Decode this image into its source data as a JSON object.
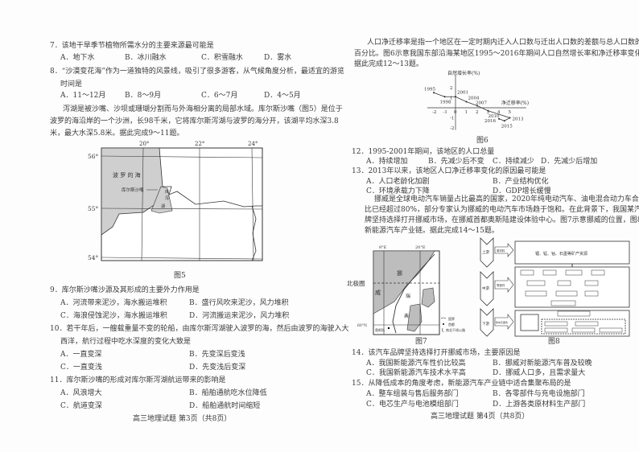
{
  "left": {
    "q7": {
      "stem": "7．该地干旱季节植物所需水分的主要来源最可能是",
      "A": "A．地下水",
      "B": "B．冰川融水",
      "C": "C．积雪融水",
      "D": "D．雾水"
    },
    "q8": {
      "stem": "8．“沙漠变花海”作为一道独特的风景线，吸引了很多游客，从气候角度分析，最适宜的游览",
      "stem2": "时间是",
      "A": "A．11～12月",
      "B": "B．8～9月",
      "C": "C．6～7月",
      "D": "D．4～5月"
    },
    "passage": [
      "泻湖是被沙嘴、沙坝或珊瑚分割而与外海相分离的局部水域。库尔斯沙嘴（图5）是位于",
      "波罗的海沿岸的一个沙洲，长98千米，它将库尔斯泻湖与波罗的海分开，该湖平均水深3.8",
      "米，最大水深5.8米。据此完成9～11题。"
    ],
    "fig5": {
      "caption": "图5",
      "lon": [
        "20°",
        "22°",
        "24°"
      ],
      "lat": [
        "56°",
        "55°",
        "54°"
      ],
      "sea": "波 罗 的 海",
      "spit": "库尔斯沙嘴",
      "lagoon": [
        "库",
        "尔",
        "斯",
        "泻",
        "湖"
      ]
    },
    "q9": {
      "stem": "9．库尔斯沙嘴沙源及其形成的主要外力作用是",
      "A": "A．河流带来泥沙，海水搬运堆积",
      "B": "B．盛行风吹来泥沙，风力堆积",
      "C": "C．海浪侵蚀泥沙，海水搬运堆积",
      "D": "D．河流搬运来泥沙，风力堆积"
    },
    "q10": {
      "stem": "10．若干年后，一艘载重量不变的轮船，由库尔斯泻湖驶入波罗的海，然后由波罗的海驶入大",
      "stem2": "西洋，航行过程中吃水深度的变化大致是",
      "A": "A．一直变深",
      "B": "B．先变深后变浅",
      "C": "C．一直变浅",
      "D": "D．先变浅后变深"
    },
    "q11": {
      "stem": "11．库尔斯沙嘴的形成对库尔斯泻湖航运带来的影响是",
      "A": "A．风浪增大",
      "B": "B．船舶通航吃水位降低",
      "C": "C．航道变深",
      "D": "D．船舶通航时间缩短"
    },
    "footer": "高三地理试题 第3页（共8页）"
  },
  "right": {
    "passage1": [
      "人口净迁移率是指一个地区在一定时期内迁入人口数与迁出人口数的差额与总人口数的",
      "百分比。图6示意我国东部沿海某地区1995～2016年期间人口自然增长率和净迁移率变化。",
      "据此完成12～13题。"
    ],
    "fig6": {
      "caption": "图6",
      "ylabel": "自然增长率(%)",
      "xlabel": "净迁移率(%)",
      "xticks": [
        "-2",
        "-1",
        "0",
        "1",
        "2",
        "3",
        "4",
        "5"
      ],
      "yticks": [
        "2",
        "1",
        "-1",
        "-2"
      ],
      "points": [
        {
          "year": "1995",
          "x": -2,
          "y": 1.5
        },
        {
          "year": "1998",
          "x": -1,
          "y": 1.1
        },
        {
          "year": "2001",
          "x": 0,
          "y": 1.1
        },
        {
          "year": "2004",
          "x": 1,
          "y": 0.6
        },
        {
          "year": "2007",
          "x": 2,
          "y": 0.2
        },
        {
          "year": "2010",
          "x": 3,
          "y": -0.3
        },
        {
          "year": "2013",
          "x": 5,
          "y": -1
        },
        {
          "year": "2015",
          "x": 4.5,
          "y": -1.3
        },
        {
          "year": "2016",
          "x": 4,
          "y": -1.1
        }
      ]
    },
    "q12": {
      "stem": "12．1995-2001年期间，该地区的人口总量",
      "A": "A．持续增加",
      "B": "B．先减少后不变",
      "C": "C．持续减少",
      "D": "D．先减少后增加"
    },
    "q13": {
      "stem": "13．2013年以来，该地区人口净迁移率变化的原因最可能是",
      "A": "A．人口老龄化加剧",
      "B": "B．产业结构优化",
      "C": "C．环境承载力下降",
      "D": "D．GDP增长缓慢"
    },
    "passage2": [
      "挪威是全球电动汽车销量占比最高的国家，2020年纯电动汽车、油电混合动力车合计占",
      "比已经超过80%，部分专家认为挪威的电动汽车市场趋于饱和。在此背景下，我国某汽车品",
      "牌坚持选择打开挪威市场，在挪威首都奥斯陆建设体验中心。图7示意挪威的位置，图8示意",
      "新能源汽车产业链。据此完成14～15题。"
    ],
    "fig7": {
      "caption": "图7",
      "lon": [
        "8°E",
        "20°E"
      ],
      "arctic": "北极圈",
      "lat60": "60°N",
      "labels": [
        "挪",
        "威",
        "瑞",
        "典",
        "芬",
        "兰"
      ],
      "capital": "奥斯陆",
      "legend": [
        "国界",
        "首都",
        "南北干线公路"
      ]
    },
    "fig8": {
      "caption": "图8",
      "stages": [
        "上游",
        "中游",
        "下游"
      ],
      "arrows": [
        "原材料",
        "零部件",
        "整车及服务"
      ],
      "top_box": "锂、锰、钴、石墨等矿产资源"
    },
    "q14": {
      "stem": "14．该汽车品牌坚持选择打开挪威市场，主要原因是",
      "A": "A．我国新能源汽车性价比较高",
      "B": "B．挪威对新能源汽车普及较晚",
      "C": "C．我国新能源汽车技术水平高",
      "D": "D．挪威人口多，且需求量大"
    },
    "q15": {
      "stem": "15．从降低成本的角度考虑，新能源汽车产业链中适合集聚布局的是",
      "A": "A．整车组装与售后服务部门",
      "B": "B．各零部件与充电设施部门",
      "C": "C．电芯生产与电池模组部门",
      "D": "D．上游各类原材料生产部门"
    },
    "footer": "高三地理试题 第4页（共8页）"
  }
}
